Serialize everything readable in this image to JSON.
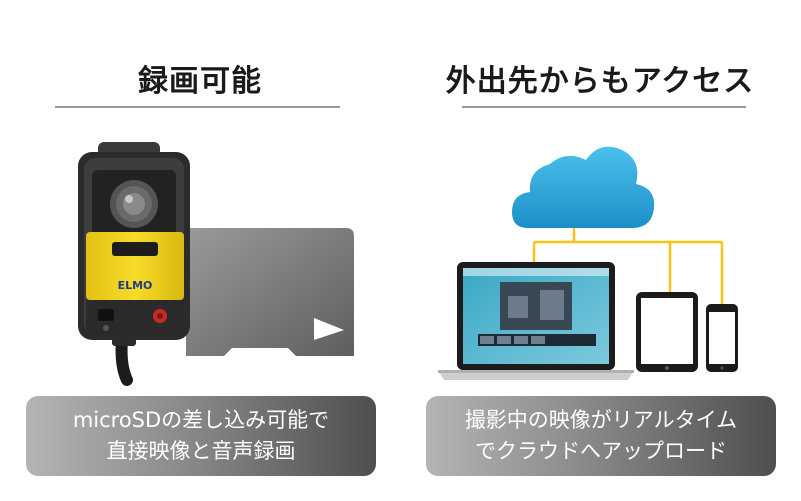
{
  "left": {
    "heading": "録画可能",
    "caption_line1": "microSDの差し込み可能で",
    "caption_line2": "直接映像と音声録画",
    "camera_brand": "ELMO"
  },
  "right": {
    "heading": "外出先からもアクセス",
    "caption_line1": "撮影中の映像がリアルタイム",
    "caption_line2": "でクラウドへアップロード"
  },
  "colors": {
    "camera_yellow": "#f2d21c",
    "cloud_blue": "#3aaee0",
    "connector_yellow": "#f5c518",
    "card_gray": "#7d7d7d"
  }
}
